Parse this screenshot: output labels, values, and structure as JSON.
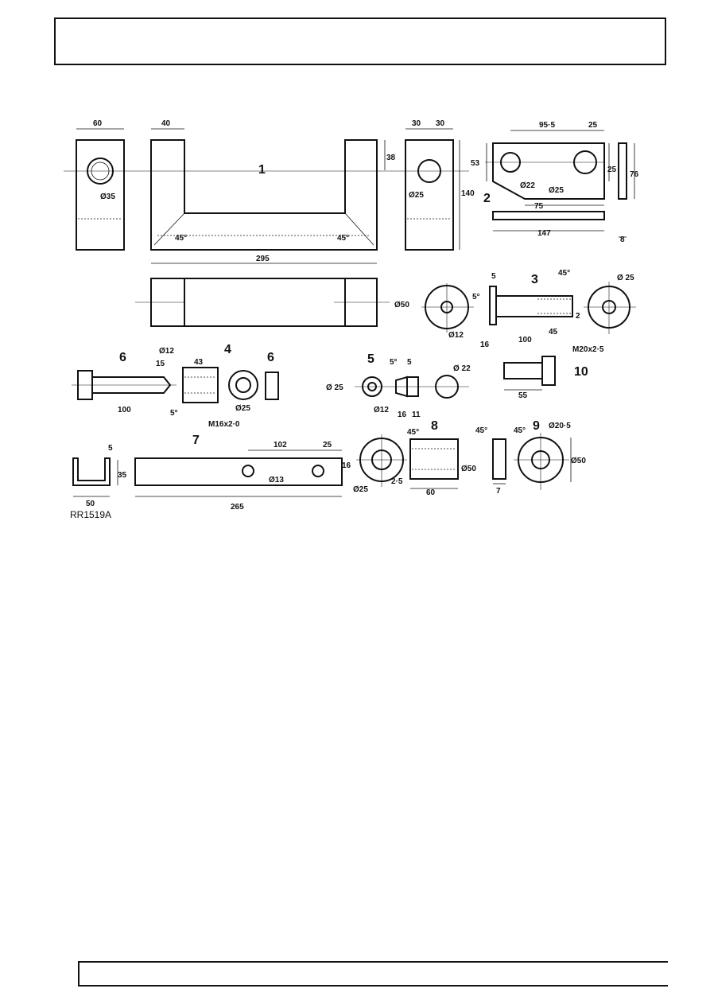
{
  "drawing": {
    "reference": "RR1519A",
    "part_numbers": [
      "1",
      "2",
      "3",
      "4",
      "5",
      "6",
      "6",
      "7",
      "8",
      "9",
      "10"
    ],
    "part1": {
      "dims": [
        "60",
        "40",
        "30",
        "30",
        "38",
        "140",
        "295"
      ],
      "dia_small": "Ø35",
      "dia_right": "Ø25",
      "angle_left": "45°",
      "angle_right": "45°"
    },
    "part2": {
      "dims": [
        "95·5",
        "25",
        "53",
        "25",
        "76",
        "75",
        "147",
        "8"
      ],
      "holes": [
        "Ø22",
        "Ø25"
      ]
    },
    "part3": {
      "dims": [
        "5",
        "45°",
        "5°",
        "Ø50",
        "Ø12",
        "16",
        "100",
        "45",
        "2",
        "Ø 25"
      ],
      "thread": "M20x2·5"
    },
    "part4_6": {
      "dims": [
        "Ø12",
        "15",
        "43",
        "100",
        "5°",
        "Ø25"
      ],
      "thread": "M16x2·0"
    },
    "part5": {
      "dims": [
        "Ø 25",
        "5°",
        "5",
        "Ø 22",
        "Ø12",
        "16",
        "11"
      ]
    },
    "part10": {
      "dims": [
        "55"
      ]
    },
    "part7": {
      "dims": [
        "5",
        "35",
        "50",
        "102",
        "25",
        "16",
        "Ø13",
        "265"
      ]
    },
    "part8": {
      "dims": [
        "45°",
        "Ø25",
        "2·5",
        "Ø50",
        "60"
      ]
    },
    "part9": {
      "dims": [
        "45°",
        "45°",
        "Ø20·5",
        "Ø50",
        "7"
      ]
    }
  }
}
